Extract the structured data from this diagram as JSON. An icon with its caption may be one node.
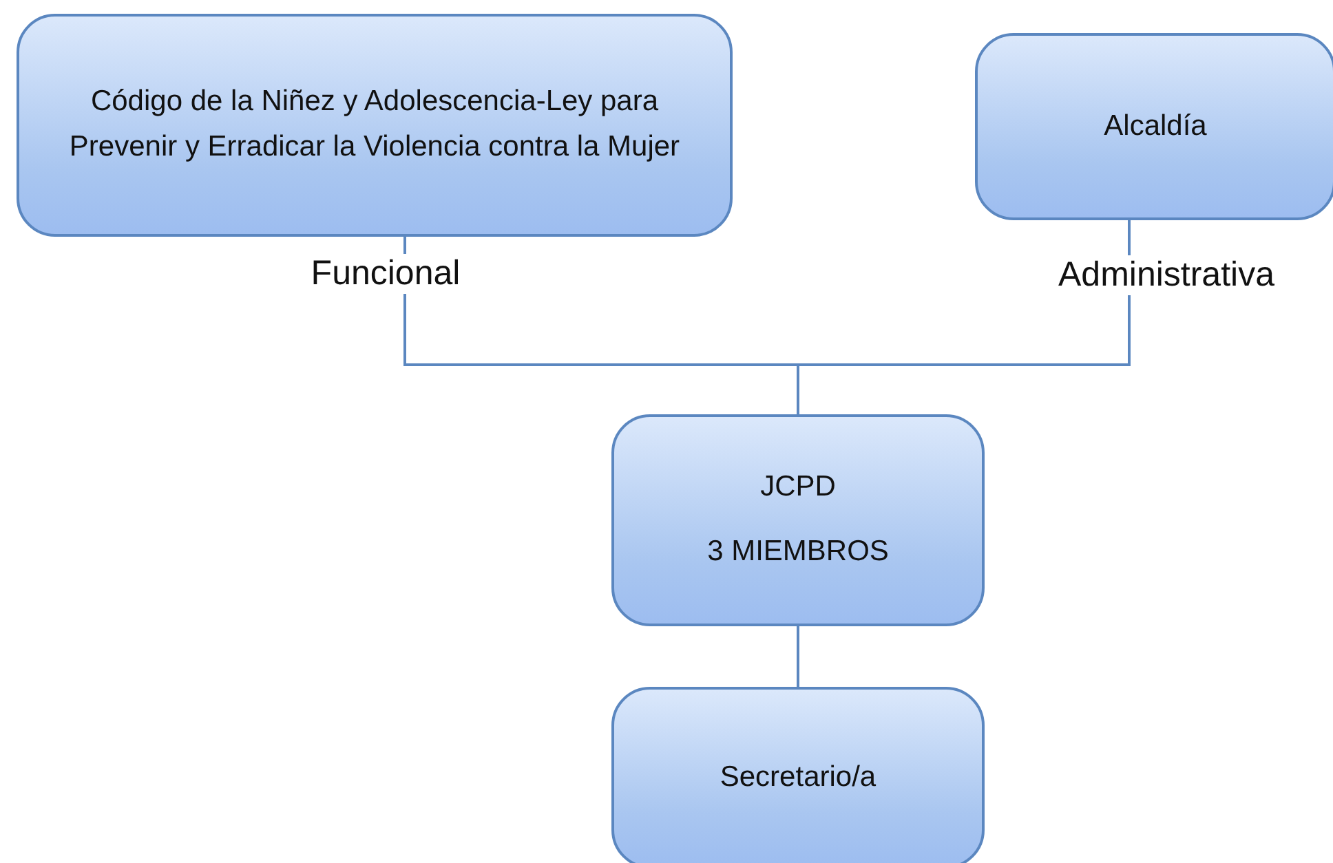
{
  "diagram": {
    "nodes": [
      {
        "text": [
          "Código de la Niñez y Adolescencia-Ley para Prevenir y Erradicar la Violencia contra la Mujer"
        ]
      },
      {
        "text": [
          "Alcaldía"
        ]
      },
      {
        "text": [
          "JCPD",
          "3 MIEMBROS"
        ]
      },
      {
        "text": [
          "Secretario/a"
        ]
      }
    ],
    "edges": [
      {
        "from": 0,
        "to": 2,
        "arrow": "none",
        "label": "Funcional"
      },
      {
        "from": 1,
        "to": 2,
        "arrow": "none",
        "label": "Administrativa"
      },
      {
        "from": 2,
        "to": 3,
        "arrow": "none"
      }
    ]
  }
}
